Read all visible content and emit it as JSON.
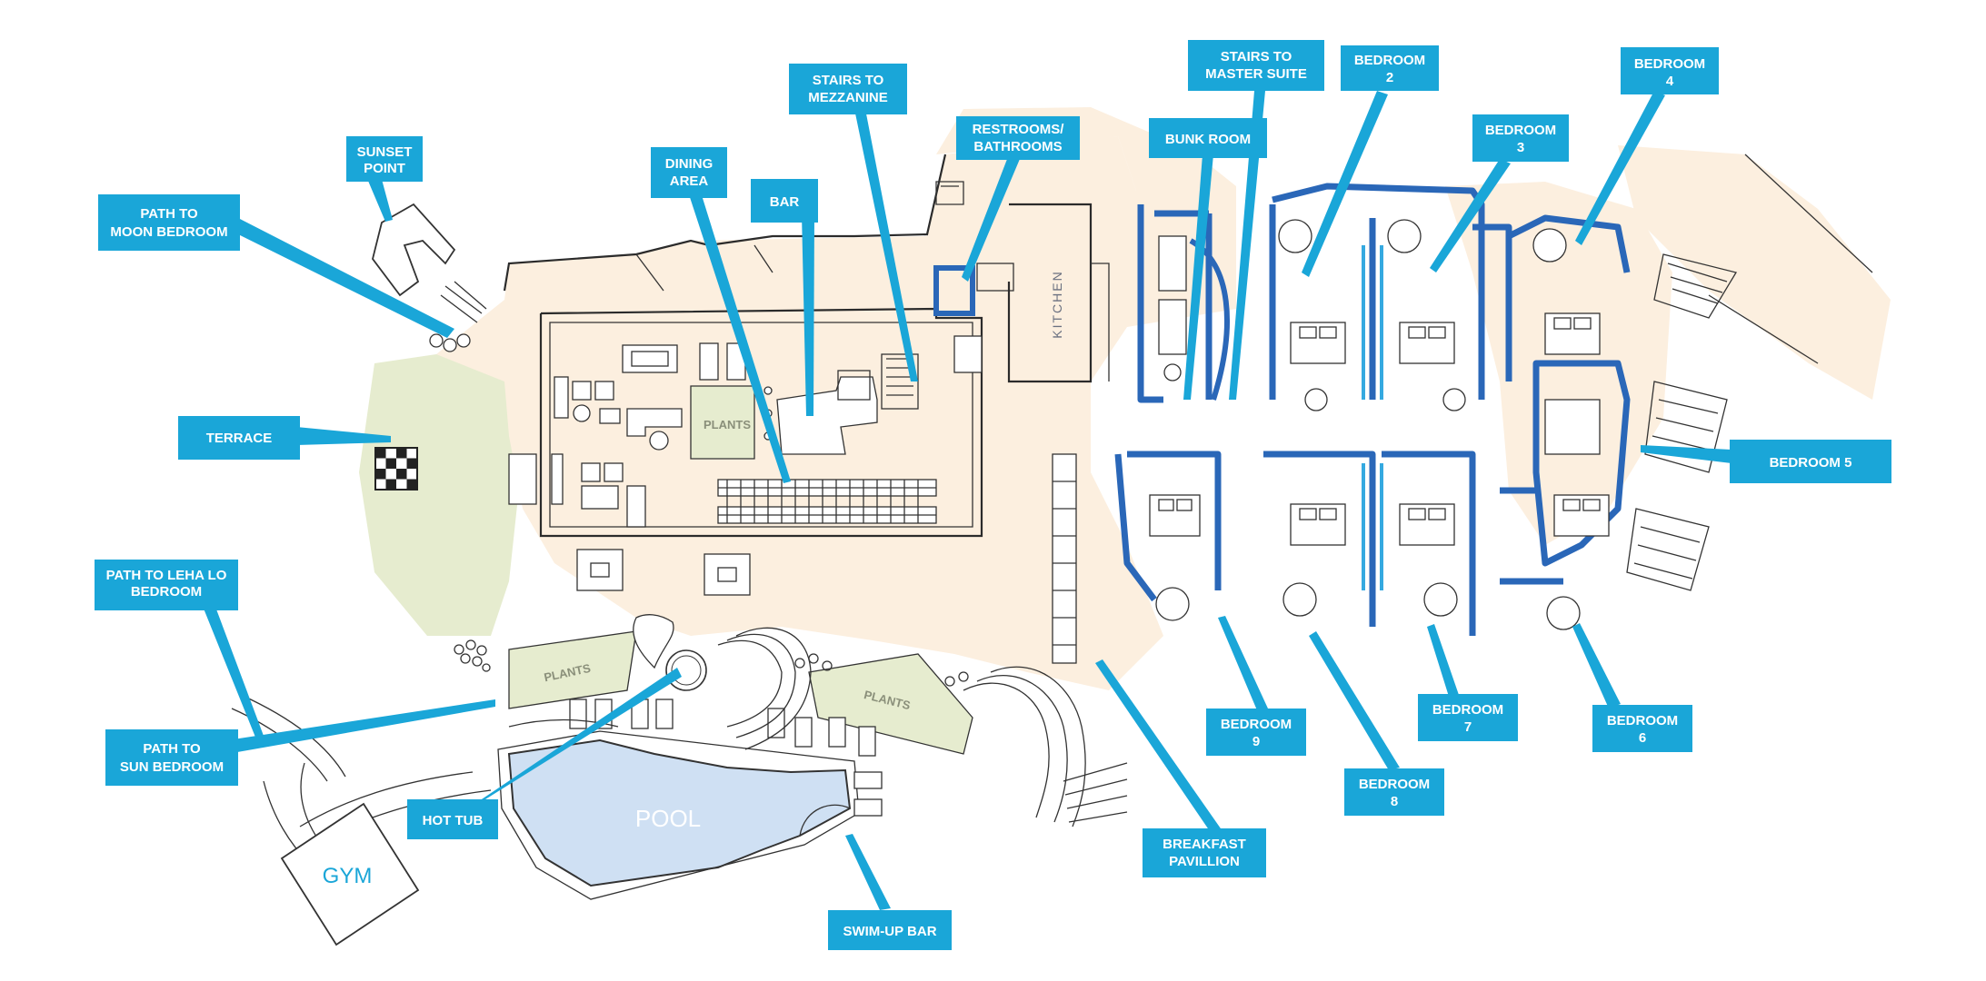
{
  "labels": {
    "sunset_point": [
      "SUNSET",
      "POINT"
    ],
    "path_moon": [
      "PATH TO",
      "MOON BEDROOM"
    ],
    "terrace": [
      "TERRACE"
    ],
    "path_leha": [
      "PATH TO LEHA LO",
      "BEDROOM"
    ],
    "path_sun": [
      "PATH TO",
      "SUN BEDROOM"
    ],
    "hot_tub": [
      "HOT TUB"
    ],
    "dining": [
      "DINING",
      "AREA"
    ],
    "bar": [
      "BAR"
    ],
    "stairs_mezz": [
      "STAIRS TO",
      "MEZZANINE"
    ],
    "restrooms": [
      "RESTROOMS/",
      "BATHROOMS"
    ],
    "bunk": [
      "BUNK ROOM"
    ],
    "stairs_master": [
      "STAIRS TO",
      "MASTER SUITE"
    ],
    "bed2": [
      "BEDROOM",
      "2"
    ],
    "bed3": [
      "BEDROOM",
      "3"
    ],
    "bed4": [
      "BEDROOM",
      "4"
    ],
    "bed5": [
      "BEDROOM 5"
    ],
    "bed6": [
      "BEDROOM",
      "6"
    ],
    "bed7": [
      "BEDROOM",
      "7"
    ],
    "bed8": [
      "BEDROOM",
      "8"
    ],
    "bed9": [
      "BEDROOM",
      "9"
    ],
    "breakfast": [
      "BREAKFAST",
      "PAVILLION"
    ],
    "swimup": [
      "SWIM-UP BAR"
    ]
  },
  "areas": {
    "plants": "PLANTS",
    "kitchen": "KITCHEN",
    "pool": "POOL",
    "gym": "GYM"
  },
  "colors": {
    "label_bg": "#1aa6d8",
    "floor": "#fcefdf",
    "lawn": "#e6eccf",
    "pool": "#cfe0f3",
    "wall_blue": "#2a67b8"
  }
}
